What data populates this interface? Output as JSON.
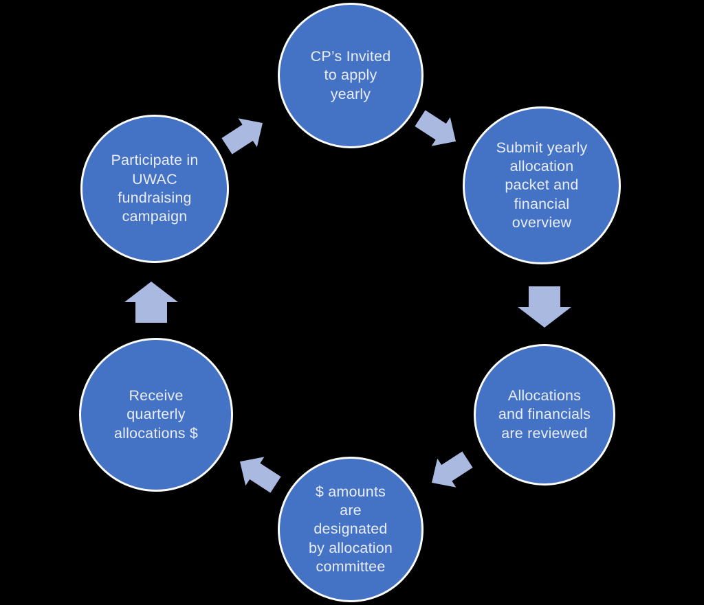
{
  "diagram": {
    "type": "cycle",
    "flow_direction": "clockwise",
    "colors": {
      "background": "#000000",
      "node_fill": "#4472c4",
      "node_border": "#fcfcfc",
      "node_text": "#e9edf8",
      "arrow_fill": "#aab9df"
    },
    "nodes": [
      {
        "id": "invite",
        "position": "top",
        "lines": [
          "CP’s Invited",
          "to apply",
          "yearly"
        ]
      },
      {
        "id": "submit",
        "position": "top-right",
        "lines": [
          "Submit yearly",
          "allocation",
          "packet and",
          "financial",
          "overview"
        ]
      },
      {
        "id": "review",
        "position": "bottom-right",
        "lines": [
          "Allocations",
          "and financials",
          "are reviewed"
        ]
      },
      {
        "id": "designate",
        "position": "bottom",
        "lines": [
          "$ amounts",
          "are",
          "designated",
          "by allocation",
          "committee"
        ]
      },
      {
        "id": "receive",
        "position": "bottom-left",
        "lines": [
          "Receive",
          "quarterly",
          "allocations $"
        ]
      },
      {
        "id": "participate",
        "position": "top-left",
        "lines": [
          "Participate in",
          "UWAC",
          "fundraising",
          "campaign"
        ]
      }
    ],
    "arrows": [
      {
        "from": "participate",
        "to": "invite"
      },
      {
        "from": "invite",
        "to": "submit"
      },
      {
        "from": "submit",
        "to": "review"
      },
      {
        "from": "review",
        "to": "designate"
      },
      {
        "from": "designate",
        "to": "receive"
      },
      {
        "from": "receive",
        "to": "participate"
      }
    ]
  }
}
